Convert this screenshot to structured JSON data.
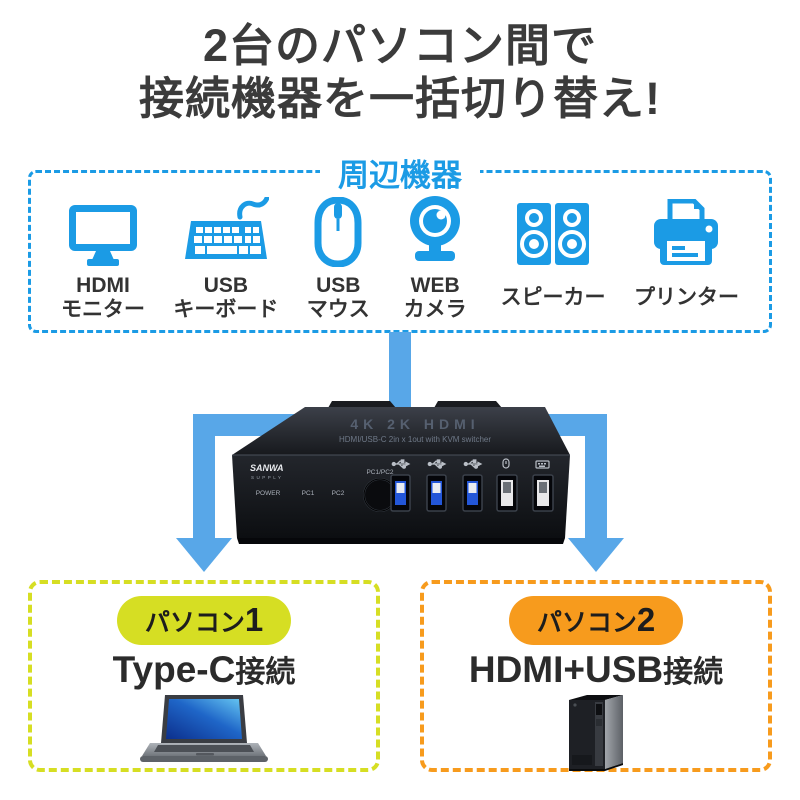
{
  "title": {
    "line1": "2台のパソコン間で",
    "line2": "接続機器を一括切り替え!"
  },
  "peripherals_box": {
    "label": "周辺機器",
    "items": [
      {
        "name": "hdmi-monitor",
        "line1": "HDMI",
        "line2": "モニター"
      },
      {
        "name": "usb-keyboard",
        "line1": "USB",
        "line2": "キーボード"
      },
      {
        "name": "usb-mouse",
        "line1": "USB",
        "line2": "マウス"
      },
      {
        "name": "web-camera",
        "line1": "WEB",
        "line2": "カメラ"
      },
      {
        "name": "speaker",
        "line1": "スピーカー",
        "line2": ""
      },
      {
        "name": "printer",
        "line1": "プリンター",
        "line2": ""
      }
    ]
  },
  "device": {
    "top_logo": "4K 2K HDMI",
    "top_subtitle": "HDMI/USB-C 2in x 1out with KVM switcher",
    "brand_line1": "SANWA",
    "brand_line2": "SUPPLY",
    "led_labels": [
      "POWER",
      "PC1",
      "PC2"
    ],
    "button_label": "PC1/PC2"
  },
  "pc1": {
    "badge_text": "パソコン",
    "badge_number": "1",
    "connection_main": "Type-C",
    "connection_suffix": "接続"
  },
  "pc2": {
    "badge_text": "パソコン",
    "badge_number": "2",
    "connection_main": "HDMI+USB",
    "connection_suffix": "接続"
  },
  "colors": {
    "peripheral_blue": "#1b9be5",
    "arrow_blue": "#58a7e8",
    "pc1_green": "#d6de23",
    "pc2_orange": "#f79b1d",
    "title_dark": "#3b3b3b",
    "usb3_port_blue": "#2356d8"
  }
}
